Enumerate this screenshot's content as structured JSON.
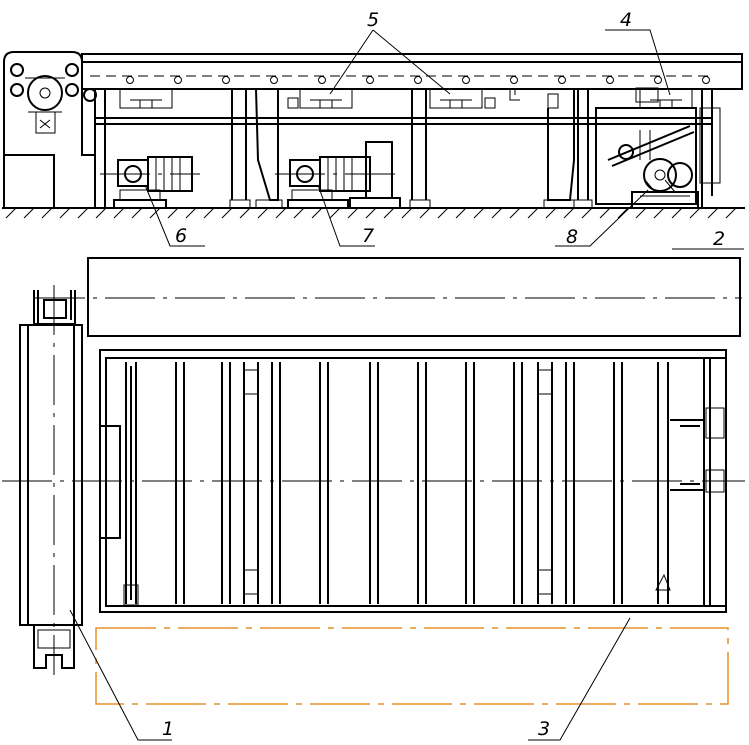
{
  "labels": {
    "l1": "1",
    "l2": "2",
    "l3": "3",
    "l4": "4",
    "l5": "5",
    "l6": "6",
    "l7": "7",
    "l8": "8"
  },
  "colors": {
    "line": "#000000",
    "outline_highlight": "#e8912b"
  }
}
